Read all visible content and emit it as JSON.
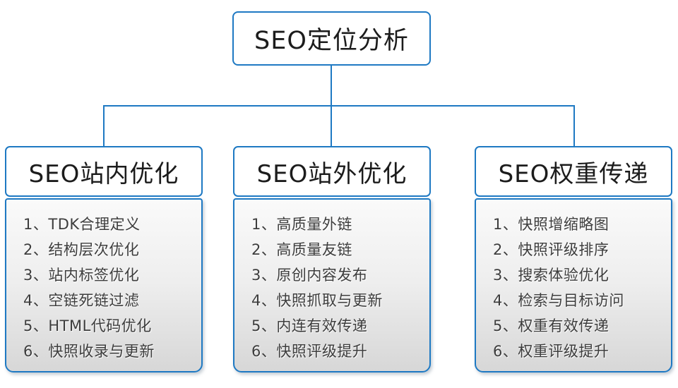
{
  "colors": {
    "accent": "#1e79c3"
  },
  "root": {
    "label": "SEO定位分析"
  },
  "columns": [
    {
      "header": "SEO站内优化",
      "items": [
        "1、TDK合理定义",
        "2、结构层次优化",
        "3、站内标签优化",
        "4、空链死链过滤",
        "5、HTML代码优化",
        "6、快照收录与更新"
      ]
    },
    {
      "header": "SEO站外优化",
      "items": [
        "1、高质量外链",
        "2、高质量友链",
        "3、原创内容发布",
        "4、快照抓取与更新",
        "5、内连有效传递",
        "6、快照评级提升"
      ]
    },
    {
      "header": "SEO权重传递",
      "items": [
        "1、快照增缩略图",
        "2、快照评级排序",
        "3、搜索体验优化",
        "4、检索与目标访问",
        "5、权重有效传递",
        "6、权重评级提升"
      ]
    }
  ]
}
